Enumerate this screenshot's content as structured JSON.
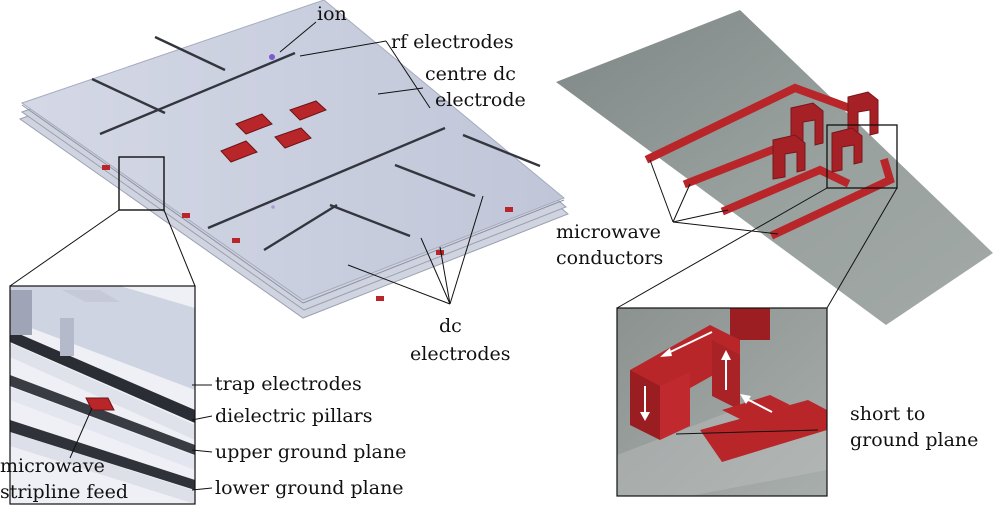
{
  "labels": {
    "ion": "ion",
    "rf_electrodes": "rf electrodes",
    "centre_dc_line1": "centre dc",
    "centre_dc_line2": "electrode",
    "dc_electrodes_line1": "dc",
    "dc_electrodes_line2": "electrodes",
    "trap_electrodes": "trap electrodes",
    "dielectric_pillars": "dielectric pillars",
    "upper_ground_plane": "upper ground plane",
    "lower_ground_plane": "lower ground plane",
    "stripline_line1": "microwave",
    "stripline_line2": "stripline feed",
    "mw_conductors_line1": "microwave",
    "mw_conductors_line2": "conductors",
    "short_line1": "short to",
    "short_line2": "ground plane"
  },
  "colors": {
    "electrode": "#c8cde0",
    "electrode_edge": "#a9aec2",
    "gap": "#34363f",
    "conductor_red": "#b8262a",
    "ground_plane": "#8e9694",
    "ion": "#7a5bd0"
  }
}
